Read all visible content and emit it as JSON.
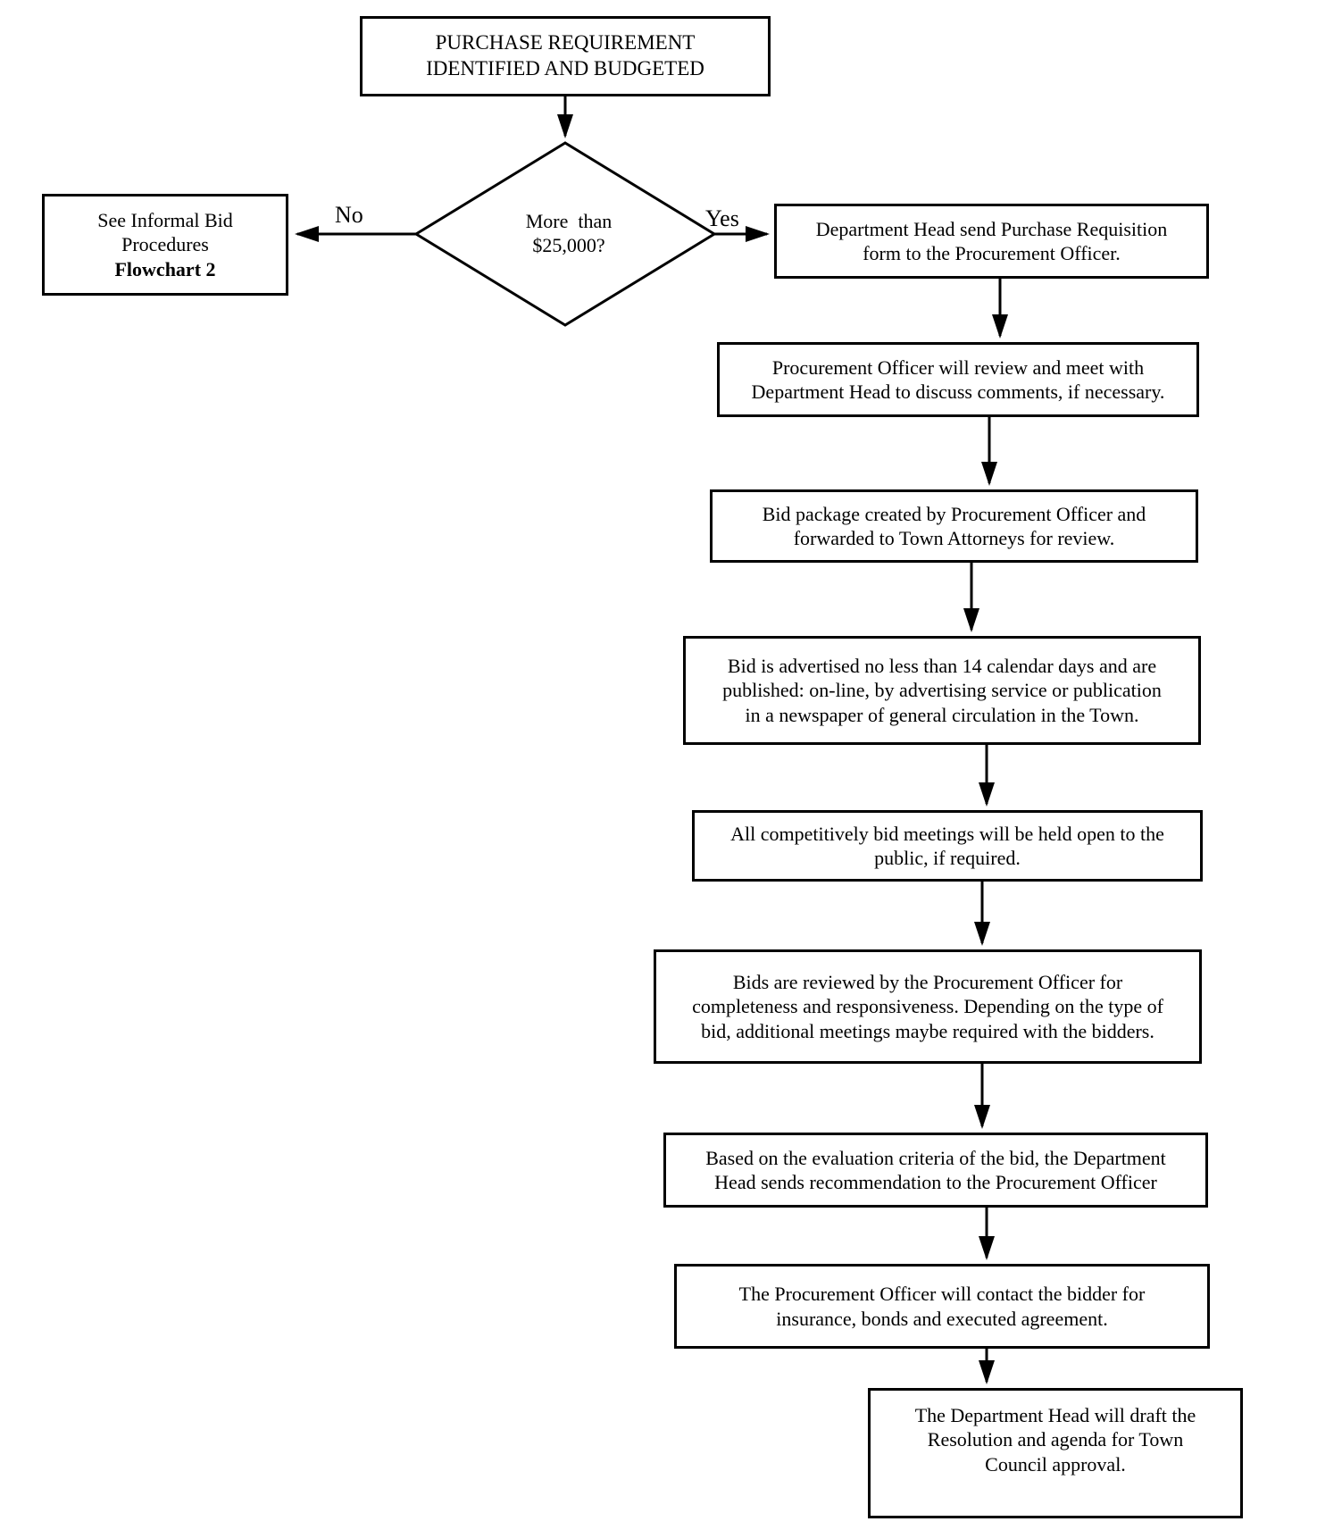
{
  "colors": {
    "line": "#000000",
    "background": "#ffffff",
    "text": "#000000"
  },
  "nodes": {
    "start": {
      "lines": [
        "PURCHASE REQUIREMENT",
        "IDENTIFIED AND BUDGETED"
      ]
    },
    "decision": {
      "lines": [
        "More  than",
        "$25,000?"
      ]
    },
    "informal_bid": {
      "lines": [
        "See Informal Bid",
        "Procedures"
      ],
      "emphasis": "Flowchart 2"
    },
    "step_requisition": {
      "lines": [
        "Department Head send Purchase Requisition",
        "form to the Procurement Officer."
      ]
    },
    "step_review": {
      "lines": [
        "Procurement Officer will review and meet with",
        "Department Head to discuss comments, if necessary."
      ]
    },
    "step_bid_package": {
      "lines": [
        "Bid package created by Procurement Officer and",
        "forwarded to Town Attorneys for review."
      ]
    },
    "step_advertise": {
      "lines": [
        "Bid is advertised no less than 14 calendar days and are",
        "published: on-line, by advertising service or publication",
        "in a newspaper of general circulation in the Town."
      ]
    },
    "step_open_meetings": {
      "lines": [
        "All competitively bid meetings will be held open to the",
        "public, if required."
      ]
    },
    "step_bids_reviewed": {
      "lines": [
        "Bids are reviewed by the Procurement Officer for",
        "completeness and responsiveness. Depending on the type of",
        "bid, additional meetings maybe required with the bidders."
      ]
    },
    "step_recommendation": {
      "lines": [
        "Based on the evaluation criteria of the bid, the Department",
        "Head sends recommendation to the Procurement Officer"
      ]
    },
    "step_contact_bidder": {
      "lines": [
        "The Procurement Officer will contact the bidder for",
        "insurance, bonds and executed agreement."
      ]
    },
    "step_resolution": {
      "lines": [
        "The Department Head will draft the",
        "Resolution and agenda for Town",
        "Council approval."
      ]
    }
  },
  "edges": {
    "no_label": "No",
    "yes_label": "Yes"
  }
}
